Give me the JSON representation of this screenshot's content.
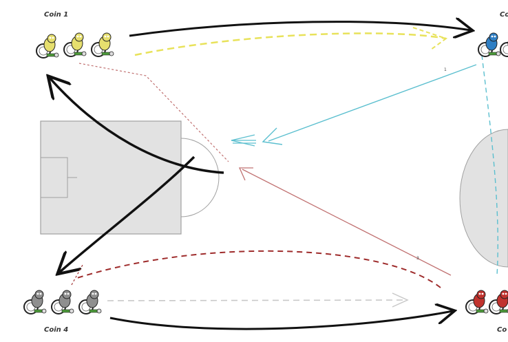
{
  "corners": {
    "top_left": "Coin 1",
    "top_right": "Co",
    "bottom_left": "Coin 4",
    "bottom_right": "Co"
  },
  "arrow_labels": {
    "blue": "1",
    "red": "3"
  },
  "colors": {
    "background": "#ffffff",
    "pitch_fill": "#e2e2e2",
    "pitch_line": "#a0a0a0",
    "black_arrow": "#111111",
    "yellow_dash": "#e8e25a",
    "blue_line": "#5bbfcf",
    "red_line": "#c07070",
    "dark_red_dash": "#9e2b2b",
    "grey_dash": "#c8c8c8",
    "player_yellow": "#e6df6e",
    "player_blue": "#2f7fc4",
    "player_grey": "#8f8f8f",
    "player_red": "#c0332e"
  },
  "icons": {
    "player": "wheelchair-player-icon"
  }
}
